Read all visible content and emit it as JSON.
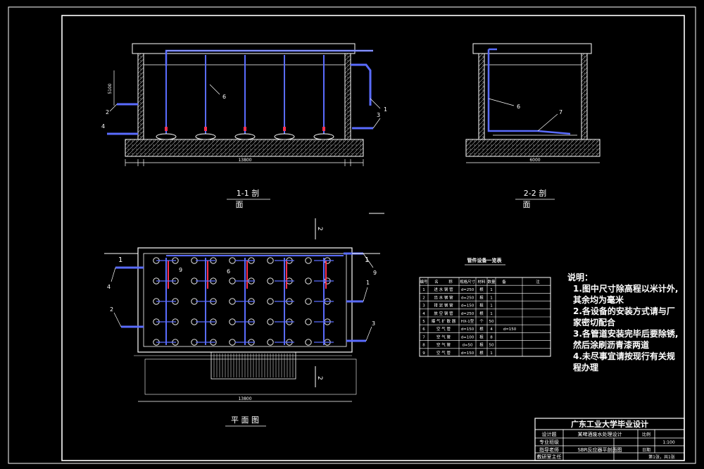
{
  "views": {
    "section_11_title": "1-1 剖",
    "section_11_sub": "面",
    "section_22_title": "2-2 剖",
    "section_22_sub": "面",
    "plan_title": "平 面 图",
    "cut_mark_1": "1",
    "cut_mark_2": "2"
  },
  "callouts": {
    "c1": "1",
    "c2": "2",
    "c3": "3",
    "c4": "4",
    "c6": "6",
    "c7": "7",
    "c9": "9"
  },
  "dims": {
    "length_11": "13800",
    "width_22": "6000",
    "plan_length": "13800",
    "height_11": "5100"
  },
  "table": {
    "title": "管件设备一览表",
    "headers": [
      "编号",
      "名",
      "称",
      "规格尺寸",
      "材料",
      "数量",
      "备",
      "注"
    ],
    "rows": [
      {
        "no": "1",
        "name": "进 水 钢 管",
        "spec": "d=250",
        "unit": "根",
        "qty": "1",
        "note": ""
      },
      {
        "no": "2",
        "name": "出 水 钢 管",
        "spec": "d=250",
        "unit": "根",
        "qty": "1",
        "note": ""
      },
      {
        "no": "3",
        "name": "排 泥 钢 管",
        "spec": "d=150",
        "unit": "根",
        "qty": "1",
        "note": ""
      },
      {
        "no": "4",
        "name": "放 空 钢 管",
        "spec": "d=250",
        "unit": "根",
        "qty": "1",
        "note": ""
      },
      {
        "no": "5",
        "name": "曝 气 扩 散 器",
        "spec": "HX-1型",
        "unit": "个",
        "qty": "50",
        "note": ""
      },
      {
        "no": "6",
        "name": "空 气 管",
        "spec": "d=150",
        "unit": "根",
        "qty": "4",
        "note": "d=150"
      },
      {
        "no": "7",
        "name": "空 气 管",
        "spec": "d=100",
        "unit": "根",
        "qty": "8",
        "note": ""
      },
      {
        "no": "8",
        "name": "空 气 管",
        "spec": "d=50",
        "unit": "根",
        "qty": "50",
        "note": ""
      },
      {
        "no": "9",
        "name": "空 气 管",
        "spec": "d=150",
        "unit": "根",
        "qty": "1",
        "note": ""
      }
    ]
  },
  "notes": {
    "heading": "说明：",
    "lines": [
      "1.图中尺寸除高程以米计外,",
      "  其余均为毫米",
      "2.各设备的安装方式请与厂",
      "  家密切配合",
      "3.各管道安装完毕后要除锈,",
      "  然后涂刷沥青漆两道",
      "4.未尽事宜请按现行有关规",
      "  程办理"
    ]
  },
  "title_block": {
    "school": "广东工业大学毕业设计",
    "design_label": "设计题",
    "project": "某啤酒废水处理设计",
    "scale_label": "比例",
    "scale_value": "1:100",
    "major_label": "专业班级",
    "advisor_label": "指导老师",
    "drawing_name": "SBR反应器平剖面图",
    "date_label": "日期",
    "reviewer_label": "教研室主任",
    "sheet_label": "第1张，共1张"
  }
}
